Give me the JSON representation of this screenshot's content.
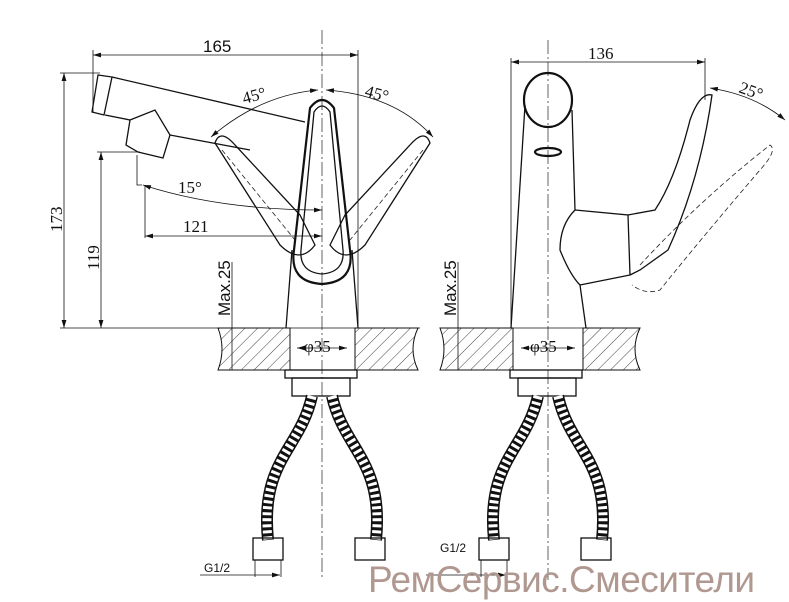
{
  "left_view": {
    "width_dim": "165",
    "angle_left": "45°",
    "angle_right": "45°",
    "spout_angle": "15°",
    "reach_dim": "121",
    "height_total": "173",
    "height_spout": "119",
    "max_thickness": "Max.25",
    "hole_diameter": "φ35",
    "thread": "G1/2"
  },
  "right_view": {
    "depth_dim": "136",
    "angle": "25°",
    "max_thickness": "Max.25",
    "hole_diameter": "φ35",
    "thread": "G1/2"
  },
  "watermark": "РемСервис.Смесители"
}
